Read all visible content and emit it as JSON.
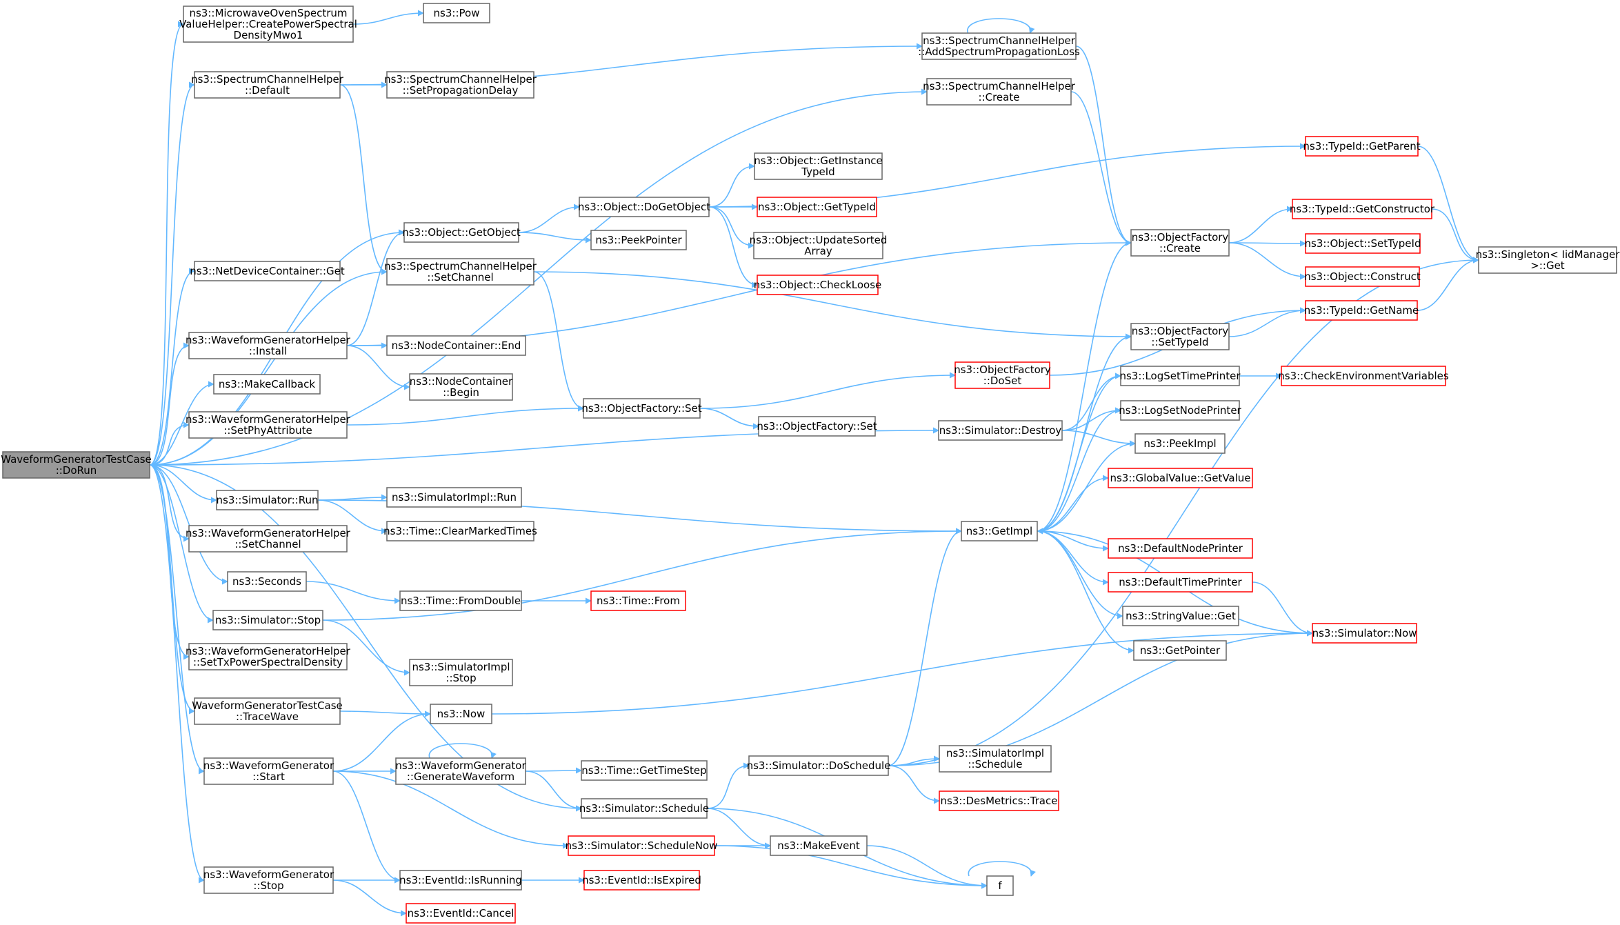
{
  "colors": {
    "edge": "#63b8ff",
    "box_border": "#666666",
    "box_border_incomplete": "#ff0000",
    "root_fill": "#999999"
  },
  "nodes": [
    {
      "id": "root",
      "lines": [
        "WaveformGeneratorTestCase",
        "::DoRun"
      ],
      "style": "root"
    },
    {
      "id": "mwo",
      "lines": [
        "ns3::MicrowaveOvenSpectrum",
        "ValueHelper::CreatePowerSpectral",
        "DensityMwo1"
      ],
      "style": "normal"
    },
    {
      "id": "pow",
      "lines": [
        "ns3::Pow"
      ],
      "style": "normal"
    },
    {
      "id": "sch_default",
      "lines": [
        "ns3::SpectrumChannelHelper",
        "::Default"
      ],
      "style": "normal"
    },
    {
      "id": "sch_setprop",
      "lines": [
        "ns3::SpectrumChannelHelper",
        "::SetPropagationDelay"
      ],
      "style": "normal"
    },
    {
      "id": "sch_addloss",
      "lines": [
        "ns3::SpectrumChannelHelper",
        "::AddSpectrumPropagationLoss"
      ],
      "style": "normal"
    },
    {
      "id": "sch_create",
      "lines": [
        "ns3::SpectrumChannelHelper",
        "::Create"
      ],
      "style": "normal"
    },
    {
      "id": "typeid_getparent",
      "lines": [
        "ns3::TypeId::GetParent"
      ],
      "style": "red"
    },
    {
      "id": "obj_getinstance",
      "lines": [
        "ns3::Object::GetInstance",
        "TypeId"
      ],
      "style": "normal"
    },
    {
      "id": "obj_dogetobject",
      "lines": [
        "ns3::Object::DoGetObject"
      ],
      "style": "normal"
    },
    {
      "id": "obj_gettypeid",
      "lines": [
        "ns3::Object::GetTypeId"
      ],
      "style": "red"
    },
    {
      "id": "obj_getobject",
      "lines": [
        "ns3::Object::GetObject"
      ],
      "style": "normal"
    },
    {
      "id": "peekpointer",
      "lines": [
        "ns3::PeekPointer"
      ],
      "style": "normal"
    },
    {
      "id": "obj_updatesorted",
      "lines": [
        "ns3::Object::UpdateSorted",
        "Array"
      ],
      "style": "normal"
    },
    {
      "id": "obj_checkloose",
      "lines": [
        "ns3::Object::CheckLoose"
      ],
      "style": "red"
    },
    {
      "id": "typeid_getconstructor",
      "lines": [
        "ns3::TypeId::GetConstructor"
      ],
      "style": "red"
    },
    {
      "id": "of_create",
      "lines": [
        "ns3::ObjectFactory",
        "::Create"
      ],
      "style": "normal"
    },
    {
      "id": "obj_settypeid",
      "lines": [
        "ns3::Object::SetTypeId"
      ],
      "style": "red"
    },
    {
      "id": "singleton_get",
      "lines": [
        "ns3::Singleton< IidManager",
        ">::Get"
      ],
      "style": "normal"
    },
    {
      "id": "obj_construct",
      "lines": [
        "ns3::Object::Construct"
      ],
      "style": "red"
    },
    {
      "id": "ndc_get",
      "lines": [
        "ns3::NetDeviceContainer::Get"
      ],
      "style": "normal"
    },
    {
      "id": "sch_setchannel",
      "lines": [
        "ns3::SpectrumChannelHelper",
        "::SetChannel"
      ],
      "style": "normal"
    },
    {
      "id": "typeid_getname",
      "lines": [
        "ns3::TypeId::GetName"
      ],
      "style": "red"
    },
    {
      "id": "wgh_install",
      "lines": [
        "ns3::WaveformGeneratorHelper",
        "::Install"
      ],
      "style": "normal"
    },
    {
      "id": "nc_end",
      "lines": [
        "ns3::NodeContainer::End"
      ],
      "style": "normal"
    },
    {
      "id": "of_settypeid",
      "lines": [
        "ns3::ObjectFactory",
        "::SetTypeId"
      ],
      "style": "normal"
    },
    {
      "id": "nc_begin",
      "lines": [
        "ns3::NodeContainer",
        "::Begin"
      ],
      "style": "normal"
    },
    {
      "id": "of_doset",
      "lines": [
        "ns3::ObjectFactory",
        "::DoSet"
      ],
      "style": "red"
    },
    {
      "id": "logsettimeprinter",
      "lines": [
        "ns3::LogSetTimePrinter"
      ],
      "style": "normal"
    },
    {
      "id": "checkenv",
      "lines": [
        "ns3::CheckEnvironmentVariables"
      ],
      "style": "red"
    },
    {
      "id": "makecallback",
      "lines": [
        "ns3::MakeCallback"
      ],
      "style": "normal"
    },
    {
      "id": "of_set",
      "lines": [
        "ns3::ObjectFactory::Set"
      ],
      "style": "normal"
    },
    {
      "id": "logsetnodeprinter",
      "lines": [
        "ns3::LogSetNodePrinter"
      ],
      "style": "normal"
    },
    {
      "id": "wgh_setphy",
      "lines": [
        "ns3::WaveformGeneratorHelper",
        "::SetPhyAttribute"
      ],
      "style": "normal"
    },
    {
      "id": "of_set2",
      "lines": [
        "ns3::ObjectFactory::Set"
      ],
      "style": "normal"
    },
    {
      "id": "sim_destroy",
      "lines": [
        "ns3::Simulator::Destroy"
      ],
      "style": "normal"
    },
    {
      "id": "peekimpl",
      "lines": [
        "ns3::PeekImpl"
      ],
      "style": "normal"
    },
    {
      "id": "gv_getvalue",
      "lines": [
        "ns3::GlobalValue::GetValue"
      ],
      "style": "red"
    },
    {
      "id": "sim_run",
      "lines": [
        "ns3::Simulator::Run"
      ],
      "style": "normal"
    },
    {
      "id": "simimpl_run",
      "lines": [
        "ns3::SimulatorImpl::Run"
      ],
      "style": "normal"
    },
    {
      "id": "time_clearmarked",
      "lines": [
        "ns3::Time::ClearMarkedTimes"
      ],
      "style": "normal"
    },
    {
      "id": "getimpl",
      "lines": [
        "ns3::GetImpl"
      ],
      "style": "normal"
    },
    {
      "id": "wgh_setchannel",
      "lines": [
        "ns3::WaveformGeneratorHelper",
        "::SetChannel"
      ],
      "style": "normal"
    },
    {
      "id": "defaultnodeprinter",
      "lines": [
        "ns3::DefaultNodePrinter"
      ],
      "style": "red"
    },
    {
      "id": "seconds",
      "lines": [
        "ns3::Seconds"
      ],
      "style": "normal"
    },
    {
      "id": "defaulttimeprinter",
      "lines": [
        "ns3::DefaultTimePrinter"
      ],
      "style": "red"
    },
    {
      "id": "time_fromdouble",
      "lines": [
        "ns3::Time::FromDouble"
      ],
      "style": "normal"
    },
    {
      "id": "time_from",
      "lines": [
        "ns3::Time::From"
      ],
      "style": "red"
    },
    {
      "id": "stringvalue_get",
      "lines": [
        "ns3::StringValue::Get"
      ],
      "style": "normal"
    },
    {
      "id": "sim_stop",
      "lines": [
        "ns3::Simulator::Stop"
      ],
      "style": "normal"
    },
    {
      "id": "sim_now",
      "lines": [
        "ns3::Simulator::Now"
      ],
      "style": "red"
    },
    {
      "id": "getpointer",
      "lines": [
        "ns3::GetPointer"
      ],
      "style": "normal"
    },
    {
      "id": "wgh_settx",
      "lines": [
        "ns3::WaveformGeneratorHelper",
        "::SetTxPowerSpectralDensity"
      ],
      "style": "normal"
    },
    {
      "id": "simimpl_stop",
      "lines": [
        "ns3::SimulatorImpl",
        "::Stop"
      ],
      "style": "normal"
    },
    {
      "id": "wgtc_tracewave",
      "lines": [
        "WaveformGeneratorTestCase",
        "::TraceWave"
      ],
      "style": "normal"
    },
    {
      "id": "now",
      "lines": [
        "ns3::Now"
      ],
      "style": "normal"
    },
    {
      "id": "wg_start",
      "lines": [
        "ns3::WaveformGenerator",
        "::Start"
      ],
      "style": "normal"
    },
    {
      "id": "wg_generate",
      "lines": [
        "ns3::WaveformGenerator",
        "::GenerateWaveform"
      ],
      "style": "normal"
    },
    {
      "id": "time_gettimestep",
      "lines": [
        "ns3::Time::GetTimeStep"
      ],
      "style": "normal"
    },
    {
      "id": "sim_doschedule",
      "lines": [
        "ns3::Simulator::DoSchedule"
      ],
      "style": "normal"
    },
    {
      "id": "simimpl_schedule",
      "lines": [
        "ns3::SimulatorImpl",
        "::Schedule"
      ],
      "style": "normal"
    },
    {
      "id": "desmetrics_trace",
      "lines": [
        "ns3::DesMetrics::Trace"
      ],
      "style": "red"
    },
    {
      "id": "sim_schedule",
      "lines": [
        "ns3::Simulator::Schedule"
      ],
      "style": "normal"
    },
    {
      "id": "sim_schedulenow",
      "lines": [
        "ns3::Simulator::ScheduleNow"
      ],
      "style": "red"
    },
    {
      "id": "makeevent",
      "lines": [
        "ns3::MakeEvent"
      ],
      "style": "normal"
    },
    {
      "id": "f",
      "lines": [
        "f"
      ],
      "style": "normal"
    },
    {
      "id": "wg_stop",
      "lines": [
        "ns3::WaveformGenerator",
        "::Stop"
      ],
      "style": "normal"
    },
    {
      "id": "eventid_isrunning",
      "lines": [
        "ns3::EventId::IsRunning"
      ],
      "style": "normal"
    },
    {
      "id": "eventid_isexpired",
      "lines": [
        "ns3::EventId::IsExpired"
      ],
      "style": "red"
    },
    {
      "id": "eventid_cancel",
      "lines": [
        "ns3::EventId::Cancel"
      ],
      "style": "red"
    }
  ],
  "edges": [
    [
      "root",
      "mwo"
    ],
    [
      "root",
      "sch_default"
    ],
    [
      "root",
      "sch_create"
    ],
    [
      "root",
      "obj_getobject"
    ],
    [
      "root",
      "ndc_get"
    ],
    [
      "root",
      "sch_setchannel"
    ],
    [
      "root",
      "wgh_install"
    ],
    [
      "root",
      "makecallback"
    ],
    [
      "root",
      "wgh_setphy"
    ],
    [
      "root",
      "sim_destroy"
    ],
    [
      "root",
      "sim_run"
    ],
    [
      "root",
      "wgh_setchannel"
    ],
    [
      "root",
      "seconds"
    ],
    [
      "root",
      "sim_stop"
    ],
    [
      "root",
      "wgh_settx"
    ],
    [
      "root",
      "wgtc_tracewave"
    ],
    [
      "root",
      "wg_start"
    ],
    [
      "root",
      "sim_schedule"
    ],
    [
      "root",
      "wg_stop"
    ],
    [
      "mwo",
      "pow"
    ],
    [
      "sch_default",
      "sch_addloss"
    ],
    [
      "sch_default",
      "sch_setprop"
    ],
    [
      "sch_default",
      "sch_setchannel"
    ],
    [
      "sch_addloss",
      "sch_addloss"
    ],
    [
      "sch_addloss",
      "of_create"
    ],
    [
      "sch_create",
      "of_create"
    ],
    [
      "obj_getobject",
      "obj_dogetobject"
    ],
    [
      "obj_getobject",
      "peekpointer"
    ],
    [
      "obj_dogetobject",
      "typeid_getparent"
    ],
    [
      "obj_dogetobject",
      "obj_getinstance"
    ],
    [
      "obj_dogetobject",
      "obj_gettypeid"
    ],
    [
      "obj_dogetobject",
      "obj_updatesorted"
    ],
    [
      "obj_dogetobject",
      "obj_checkloose"
    ],
    [
      "typeid_getparent",
      "singleton_get"
    ],
    [
      "of_create",
      "typeid_getconstructor"
    ],
    [
      "of_create",
      "obj_settypeid"
    ],
    [
      "of_create",
      "obj_construct"
    ],
    [
      "typeid_getconstructor",
      "singleton_get"
    ],
    [
      "sch_setchannel",
      "of_settypeid"
    ],
    [
      "sch_setchannel",
      "of_set"
    ],
    [
      "wgh_install",
      "obj_getobject"
    ],
    [
      "wgh_install",
      "of_create"
    ],
    [
      "wgh_install",
      "nc_end"
    ],
    [
      "wgh_install",
      "nc_begin"
    ],
    [
      "of_settypeid",
      "typeid_getname"
    ],
    [
      "typeid_getname",
      "singleton_get"
    ],
    [
      "of_set",
      "of_doset"
    ],
    [
      "of_set",
      "of_set2"
    ],
    [
      "of_doset",
      "typeid_getname"
    ],
    [
      "wgh_setphy",
      "of_set"
    ],
    [
      "sim_destroy",
      "logsettimeprinter"
    ],
    [
      "sim_destroy",
      "logsetnodeprinter"
    ],
    [
      "sim_destroy",
      "peekimpl"
    ],
    [
      "logsettimeprinter",
      "checkenv"
    ],
    [
      "sim_run",
      "simimpl_run"
    ],
    [
      "sim_run",
      "time_clearmarked"
    ],
    [
      "sim_run",
      "getimpl"
    ],
    [
      "getimpl",
      "of_create"
    ],
    [
      "getimpl",
      "of_settypeid"
    ],
    [
      "getimpl",
      "logsettimeprinter"
    ],
    [
      "getimpl",
      "logsetnodeprinter"
    ],
    [
      "getimpl",
      "peekimpl"
    ],
    [
      "getimpl",
      "gv_getvalue"
    ],
    [
      "getimpl",
      "defaultnodeprinter"
    ],
    [
      "getimpl",
      "defaulttimeprinter"
    ],
    [
      "getimpl",
      "stringvalue_get"
    ],
    [
      "getimpl",
      "getpointer"
    ],
    [
      "defaulttimeprinter",
      "sim_now"
    ],
    [
      "sim_now",
      "getimpl"
    ],
    [
      "seconds",
      "time_fromdouble"
    ],
    [
      "time_fromdouble",
      "time_from"
    ],
    [
      "sim_stop",
      "getimpl"
    ],
    [
      "sim_stop",
      "simimpl_stop"
    ],
    [
      "wgtc_tracewave",
      "now"
    ],
    [
      "now",
      "sim_now"
    ],
    [
      "wg_start",
      "now"
    ],
    [
      "wg_start",
      "wg_generate"
    ],
    [
      "wg_start",
      "sim_schedulenow"
    ],
    [
      "wg_start",
      "eventid_isrunning"
    ],
    [
      "wg_generate",
      "wg_generate"
    ],
    [
      "wg_generate",
      "time_gettimestep"
    ],
    [
      "wg_generate",
      "sim_schedule"
    ],
    [
      "sim_schedule",
      "sim_doschedule"
    ],
    [
      "sim_schedule",
      "makeevent"
    ],
    [
      "sim_schedule",
      "f"
    ],
    [
      "sim_doschedule",
      "getimpl"
    ],
    [
      "sim_doschedule",
      "sim_now"
    ],
    [
      "sim_doschedule",
      "simimpl_schedule"
    ],
    [
      "sim_doschedule",
      "desmetrics_trace"
    ],
    [
      "sim_doschedule",
      "singleton_get"
    ],
    [
      "sim_schedulenow",
      "makeevent"
    ],
    [
      "sim_schedulenow",
      "f"
    ],
    [
      "makeevent",
      "f"
    ],
    [
      "f",
      "f"
    ],
    [
      "wg_stop",
      "eventid_isrunning"
    ],
    [
      "wg_stop",
      "eventid_cancel"
    ],
    [
      "eventid_isrunning",
      "eventid_isexpired"
    ]
  ]
}
